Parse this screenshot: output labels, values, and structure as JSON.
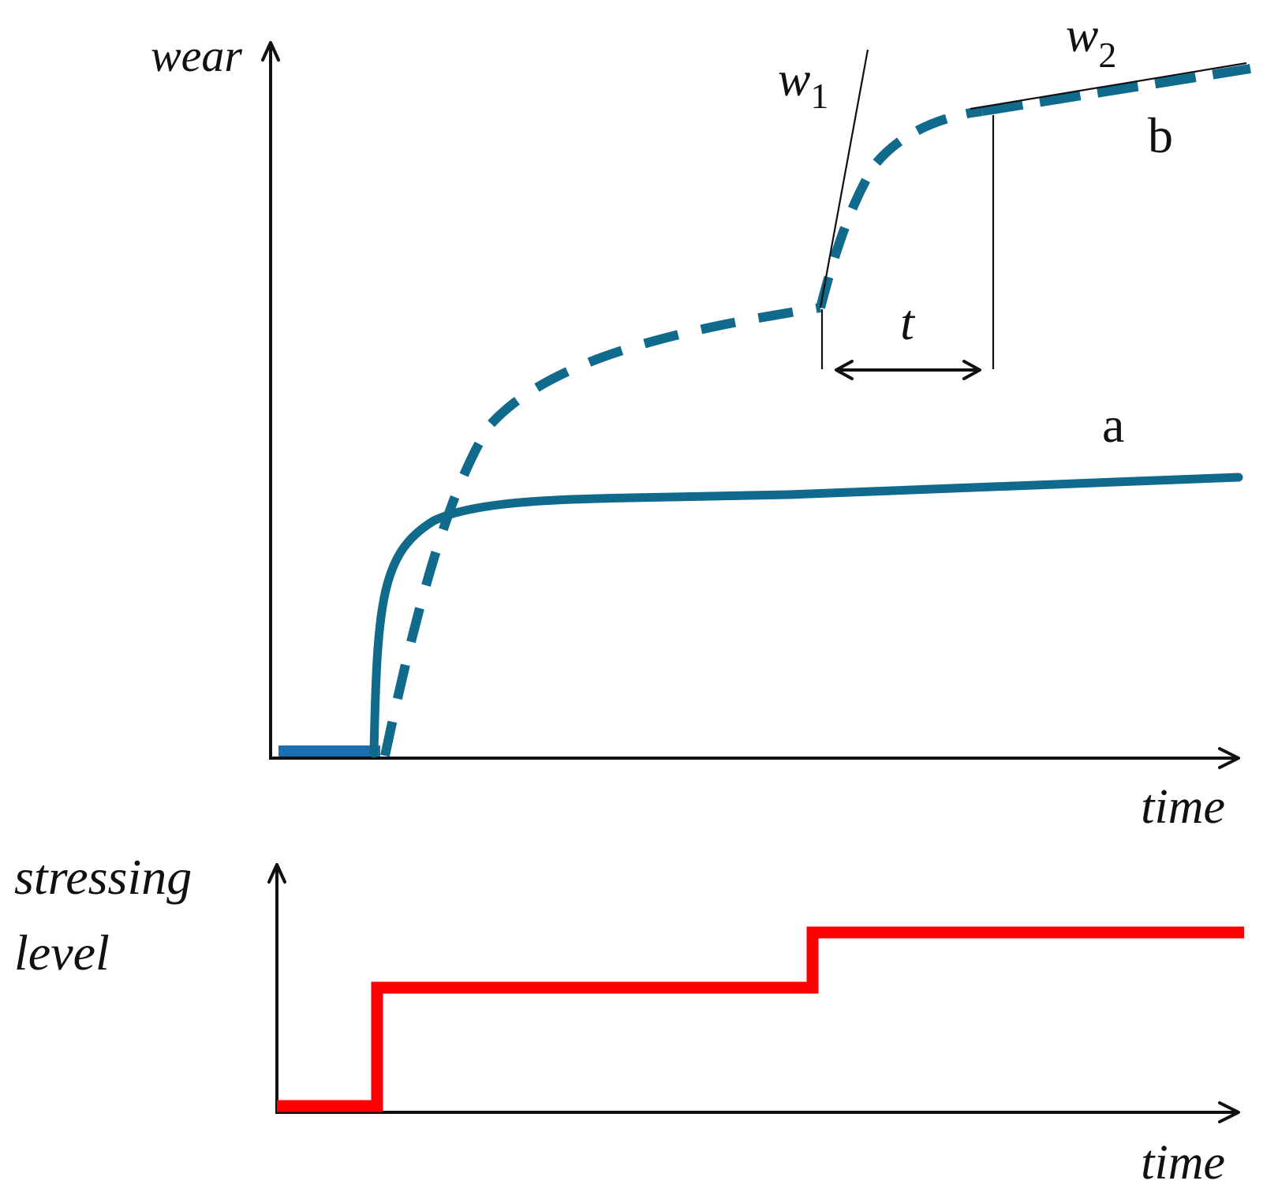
{
  "top_plot": {
    "y_axis_label": "wear",
    "x_axis_label": "time",
    "curve_a_label": "a",
    "curve_b_label": "b",
    "tangent_1_label": {
      "base": "w",
      "subscript": "1"
    },
    "tangent_2_label": {
      "base": "w",
      "subscript": "2"
    },
    "interval_label": "t",
    "curve_color": "#0f6a8c",
    "baseline_color": "#1a6fb3"
  },
  "bottom_plot": {
    "y_axis_label_line1": "stressing",
    "y_axis_label_line2": "level",
    "x_axis_label": "time",
    "step_color": "#ff0000"
  }
}
